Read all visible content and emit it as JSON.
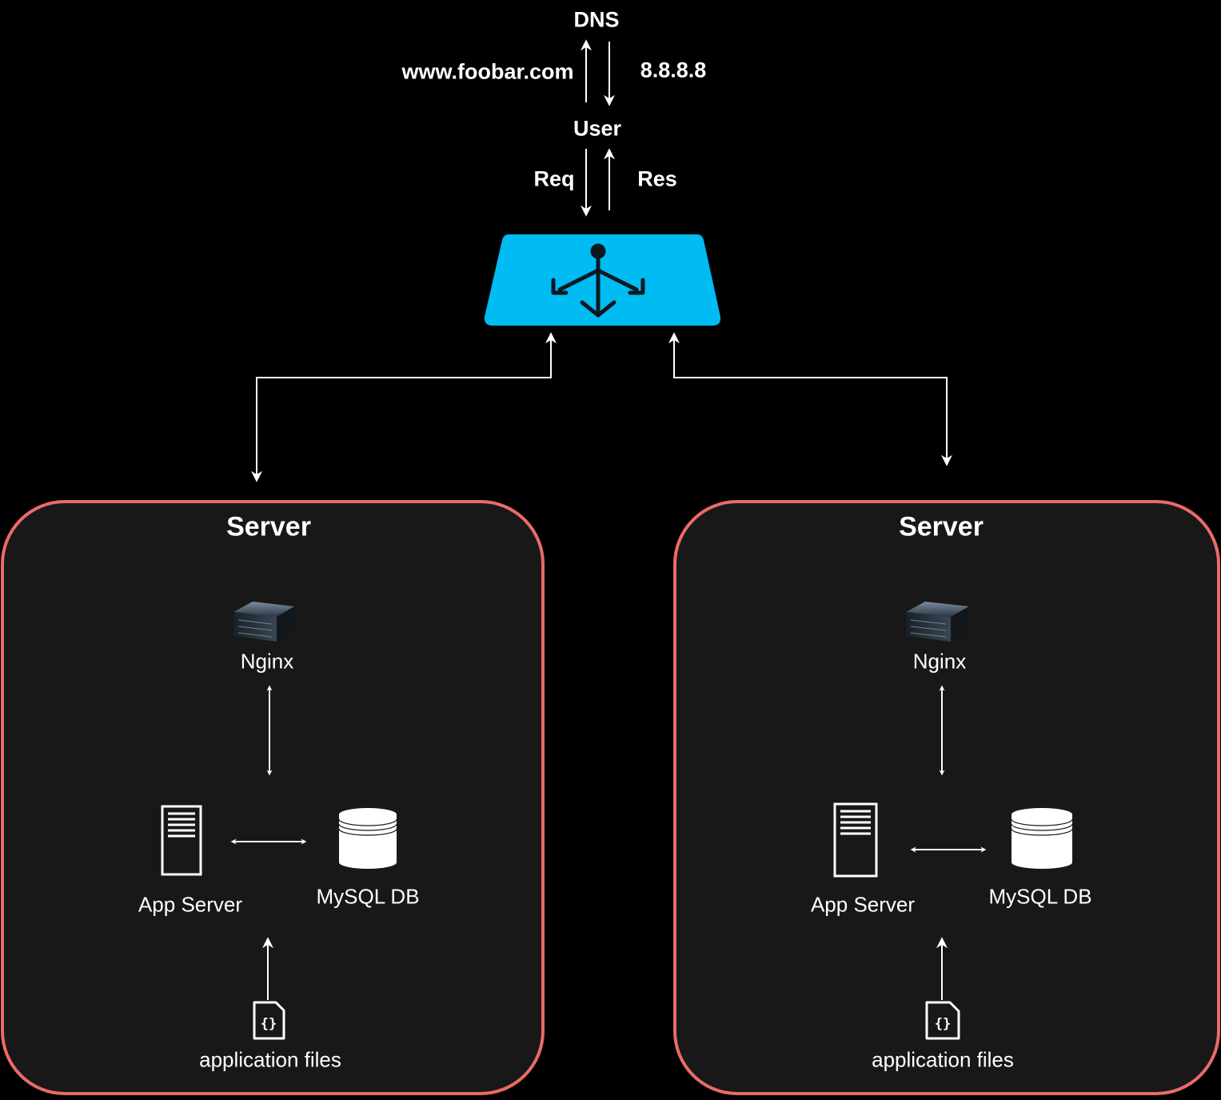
{
  "top": {
    "dns_label": "DNS",
    "domain_label": "www.foobar.com",
    "ip_label": "8.8.8.8",
    "user_label": "User",
    "req_label": "Req",
    "res_label": "Res"
  },
  "load_balancer": {
    "color": "#00BCF2",
    "icon": "load-balancer-icon"
  },
  "servers": [
    {
      "title": "Server",
      "nginx_label": "Nginx",
      "app_server_label": "App Server",
      "db_label": "MySQL DB",
      "files_label": "application files"
    },
    {
      "title": "Server",
      "nginx_label": "Nginx",
      "app_server_label": "App Server",
      "db_label": "MySQL DB",
      "files_label": "application files"
    }
  ],
  "colors": {
    "background": "#000000",
    "server_fill": "#181818",
    "server_border": "#EA6B66",
    "line": "#FFFFFF"
  }
}
